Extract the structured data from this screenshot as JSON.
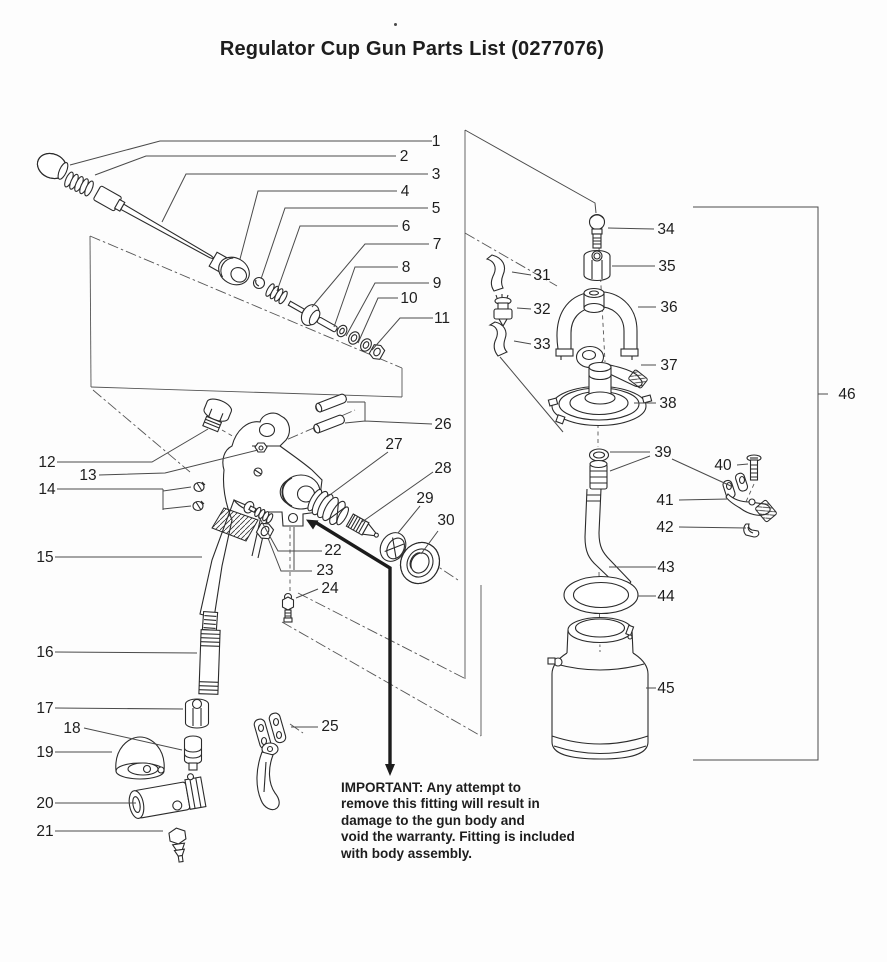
{
  "title": "Regulator Cup Gun Parts List (0277076)",
  "callouts": [
    "1",
    "2",
    "3",
    "4",
    "5",
    "6",
    "7",
    "8",
    "9",
    "10",
    "11",
    "12",
    "13",
    "14",
    "15",
    "16",
    "17",
    "18",
    "19",
    "20",
    "21",
    "22",
    "23",
    "24",
    "25",
    "26",
    "27",
    "28",
    "29",
    "30",
    "31",
    "32",
    "33",
    "34",
    "35",
    "36",
    "37",
    "38",
    "39",
    "40",
    "41",
    "42",
    "43",
    "44",
    "45",
    "46"
  ],
  "note": {
    "lines": [
      "IMPORTANT:  Any attempt to",
      "remove this fitting will result in",
      "damage to the gun body and",
      "void the warranty. Fitting is included",
      "with body assembly."
    ]
  }
}
